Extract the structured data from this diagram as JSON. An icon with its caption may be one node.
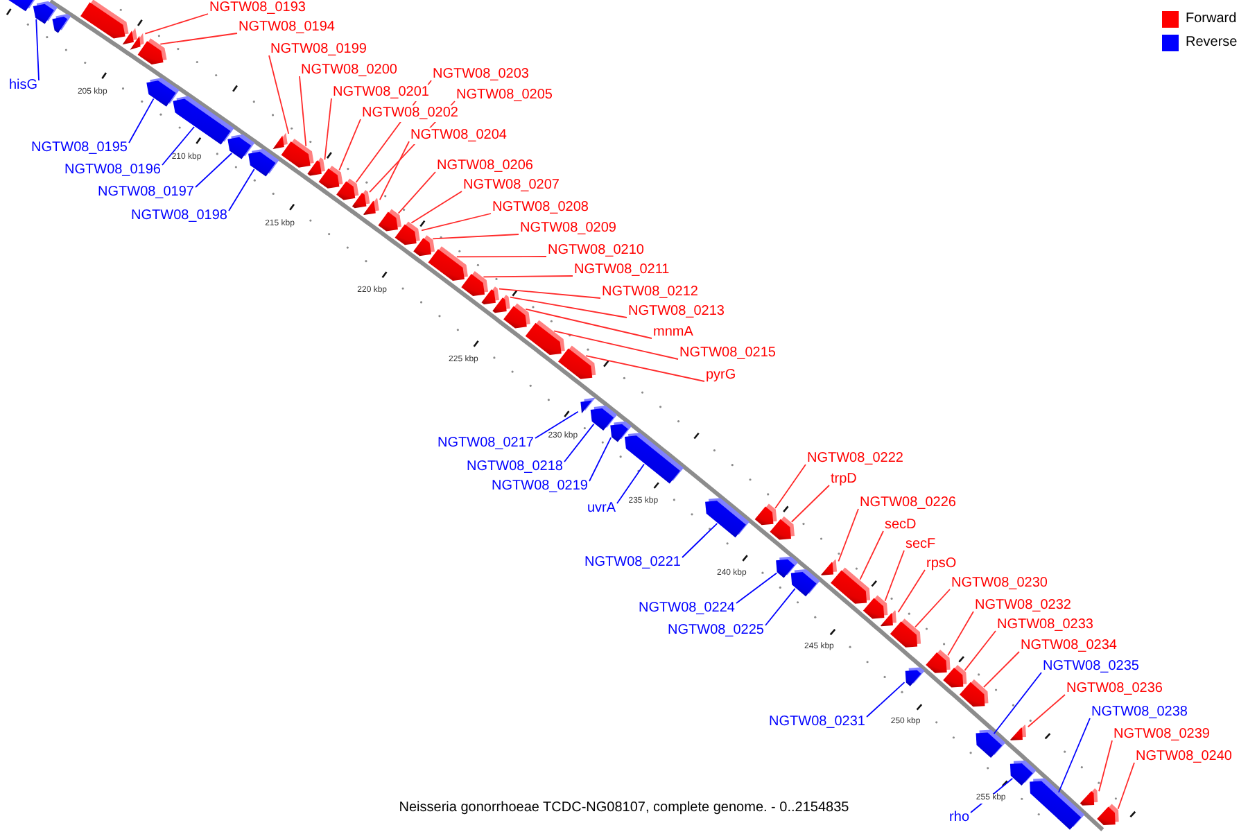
{
  "diagram": {
    "caption": "Neisseria gonorrhoeae TCDC-NG08107, complete genome. - 0..2154835",
    "nodes": [
      {
        "text": [],
        "shape": "bar"
      },
      {
        "text": [],
        "shape": "bar"
      },
      {
        "text": [],
        "shape": "bar"
      },
      {
        "text": [],
        "shape": "bar"
      },
      {
        "text": [],
        "shape": "bar"
      },
      {
        "text": [],
        "shape": "bar"
      },
      {
        "text": [],
        "shape": "bar"
      },
      {
        "text": [],
        "shape": "bar"
      },
      {
        "text": [],
        "shape": "bar"
      },
      {
        "text": [],
        "shape": "bar"
      },
      {
        "text": [],
        "shape": "bar"
      },
      {
        "text": [],
        "shape": "bar"
      },
      {
        "text": [],
        "shape": "bar"
      },
      {
        "text": [],
        "shape": "bar"
      },
      {
        "text": [],
        "shape": "bar"
      },
      {
        "text": [],
        "shape": "bar"
      },
      {
        "text": [],
        "shape": "bar"
      },
      {
        "text": [],
        "shape": "bar"
      },
      {
        "text": [],
        "shape": "bar"
      },
      {
        "text": [],
        "shape": "bar"
      },
      {
        "text": [],
        "shape": "bar"
      },
      {
        "text": [],
        "shape": "bar"
      },
      {
        "text": [],
        "shape": "bar"
      },
      {
        "text": [],
        "shape": "bar"
      },
      {
        "text": [],
        "shape": "bar"
      },
      {
        "text": [],
        "shape": "bar"
      },
      {
        "text": [],
        "shape": "bar"
      },
      {
        "text": [],
        "shape": "bar"
      },
      {
        "text": [],
        "shape": "bar"
      },
      {
        "text": [],
        "shape": "bar"
      },
      {
        "text": [],
        "shape": "bar"
      },
      {
        "text": [],
        "shape": "bar"
      },
      {
        "text": [],
        "shape": "bar"
      },
      {
        "text": [],
        "shape": "bar"
      },
      {
        "text": [],
        "shape": "bar"
      },
      {
        "text": [],
        "shape": "bar"
      },
      {
        "text": [],
        "shape": "bar"
      },
      {
        "text": [],
        "shape": "bar"
      },
      {
        "text": [],
        "shape": "bar"
      },
      {
        "text": [],
        "shape": "bar"
      },
      {
        "text": [],
        "shape": "bar"
      },
      {
        "text": [],
        "shape": "bar"
      },
      {
        "text": [],
        "shape": "bar"
      },
      {
        "text": [],
        "shape": "bar"
      },
      {
        "text": [],
        "shape": "bar"
      },
      {
        "text": [],
        "shape": "bar"
      },
      {
        "text": [],
        "shape": "bar"
      },
      {
        "text": [],
        "shape": "bar"
      },
      {
        "text": [],
        "shape": "bar"
      },
      {
        "text": [],
        "shape": "bar"
      },
      {
        "text": [],
        "shape": "bar"
      },
      {
        "text": [],
        "shape": "bar"
      },
      {
        "text": [
          "NGTW08_0193"
        ]
      },
      {
        "text": [
          "NGTW08_0194"
        ]
      },
      {
        "text": [
          "NGTW08_0199"
        ]
      },
      {
        "text": [
          "NGTW08_0200"
        ]
      },
      {
        "text": [
          "NGTW08_0203"
        ]
      },
      {
        "text": [
          "hisG"
        ]
      },
      {
        "text": [
          "NGTW08_0201"
        ]
      },
      {
        "text": [
          "NGTW08_0205"
        ]
      },
      {
        "text": [
          "NGTW08_0202"
        ]
      },
      {
        "text": [
          "NGTW08_0204"
        ]
      },
      {
        "text": [
          "NGTW08_0195"
        ]
      },
      {
        "text": [
          "NGTW08_0206"
        ]
      },
      {
        "text": [
          "NGTW08_0196"
        ]
      },
      {
        "text": [
          "NGTW08_0207"
        ]
      },
      {
        "text": [
          "NGTW08_0197"
        ]
      },
      {
        "text": [
          "NGTW08_0208"
        ]
      },
      {
        "text": [
          "NGTW08_0198"
        ]
      },
      {
        "text": [
          "NGTW08_0209"
        ]
      },
      {
        "text": [
          "NGTW08_0210"
        ]
      },
      {
        "text": [
          "NGTW08_0211"
        ]
      },
      {
        "text": [
          "NGTW08_0212"
        ]
      },
      {
        "text": [
          "NGTW08_0213"
        ]
      },
      {
        "text": [
          "mnmA"
        ]
      },
      {
        "text": [
          "NGTW08_0215"
        ]
      },
      {
        "text": [
          "pyrG"
        ]
      },
      {
        "text": [
          "NGTW08_0217"
        ]
      },
      {
        "text": [
          "NGTW08_0222"
        ]
      },
      {
        "text": [
          "NGTW08_0218"
        ]
      },
      {
        "text": [
          "trpD"
        ]
      },
      {
        "text": [
          "NGTW08_0219"
        ]
      },
      {
        "text": [
          "NGTW08_0226"
        ]
      },
      {
        "text": [
          "uvrA"
        ]
      },
      {
        "text": [
          "secD"
        ]
      },
      {
        "text": [
          "secF"
        ]
      },
      {
        "text": [
          "NGTW08_0221"
        ]
      },
      {
        "text": [
          "rpsO"
        ]
      },
      {
        "text": [
          "NGTW08_0230"
        ]
      },
      {
        "text": [
          "NGTW08_0232"
        ]
      },
      {
        "text": [
          "NGTW08_0224"
        ]
      },
      {
        "text": [
          "NGTW08_0233"
        ]
      },
      {
        "text": [
          "NGTW08_0225"
        ]
      },
      {
        "text": [
          "NGTW08_0234"
        ]
      },
      {
        "text": [
          "NGTW08_0235"
        ]
      },
      {
        "text": [
          "NGTW08_0236"
        ]
      },
      {
        "text": [
          "NGTW08_0238"
        ]
      },
      {
        "text": [
          "NGTW08_0231"
        ]
      },
      {
        "text": [
          "NGTW08_0239"
        ]
      },
      {
        "text": [
          "NGTW08_0240"
        ]
      },
      {
        "text": [
          "rho"
        ]
      }
    ],
    "edges": [
      {
        "from": 52,
        "to": 5,
        "arrow": "none"
      },
      {
        "from": 53,
        "to": 6,
        "arrow": "none"
      },
      {
        "from": 54,
        "to": 11,
        "arrow": "none"
      },
      {
        "from": 55,
        "to": 12,
        "arrow": "none"
      },
      {
        "from": 56,
        "to": 15,
        "arrow": "none"
      },
      {
        "from": 57,
        "to": 1,
        "arrow": "none",
        "color": "#0000ff"
      },
      {
        "from": 58,
        "to": 13,
        "arrow": "none"
      },
      {
        "from": 59,
        "to": 16,
        "arrow": "none"
      },
      {
        "from": 60,
        "to": 14,
        "arrow": "none"
      },
      {
        "from": 61,
        "to": 17,
        "arrow": "none"
      },
      {
        "from": 62,
        "to": 7,
        "arrow": "none",
        "color": "#0000ff"
      },
      {
        "from": 63,
        "to": 18,
        "arrow": "none"
      },
      {
        "from": 64,
        "to": 8,
        "arrow": "none",
        "color": "#0000ff"
      },
      {
        "from": 65,
        "to": 19,
        "arrow": "none"
      },
      {
        "from": 66,
        "to": 9,
        "arrow": "none",
        "color": "#0000ff"
      },
      {
        "from": 67,
        "to": 19,
        "arrow": "none"
      },
      {
        "from": 68,
        "to": 10,
        "arrow": "none",
        "color": "#0000ff"
      },
      {
        "from": 69,
        "to": 20,
        "arrow": "none"
      },
      {
        "from": 70,
        "to": 21,
        "arrow": "none"
      },
      {
        "from": 71,
        "to": 22,
        "arrow": "none"
      },
      {
        "from": 72,
        "to": 23,
        "arrow": "none"
      },
      {
        "from": 73,
        "to": 24,
        "arrow": "none"
      },
      {
        "from": 74,
        "to": 25,
        "arrow": "none"
      },
      {
        "from": 75,
        "to": 26,
        "arrow": "none"
      },
      {
        "from": 76,
        "to": 27,
        "arrow": "none"
      },
      {
        "from": 77,
        "to": 28,
        "arrow": "none",
        "color": "#0000ff"
      },
      {
        "from": 78,
        "to": 33,
        "arrow": "none"
      },
      {
        "from": 79,
        "to": 29,
        "arrow": "none",
        "color": "#0000ff"
      },
      {
        "from": 80,
        "to": 34,
        "arrow": "none"
      },
      {
        "from": 81,
        "to": 30,
        "arrow": "none",
        "color": "#0000ff"
      },
      {
        "from": 82,
        "to": 37,
        "arrow": "none"
      },
      {
        "from": 83,
        "to": 31,
        "arrow": "none",
        "color": "#0000ff"
      },
      {
        "from": 84,
        "to": 38,
        "arrow": "none"
      },
      {
        "from": 85,
        "to": 39,
        "arrow": "none"
      },
      {
        "from": 86,
        "to": 32,
        "arrow": "none",
        "color": "#0000ff"
      },
      {
        "from": 87,
        "to": 40,
        "arrow": "none"
      },
      {
        "from": 88,
        "to": 41,
        "arrow": "none"
      },
      {
        "from": 89,
        "to": 43,
        "arrow": "none"
      },
      {
        "from": 90,
        "to": 35,
        "arrow": "none",
        "color": "#0000ff"
      },
      {
        "from": 91,
        "to": 44,
        "arrow": "none"
      },
      {
        "from": 92,
        "to": 36,
        "arrow": "none",
        "color": "#0000ff"
      },
      {
        "from": 93,
        "to": 45,
        "arrow": "none"
      },
      {
        "from": 94,
        "to": 46,
        "arrow": "none",
        "color": "#0000ff"
      },
      {
        "from": 95,
        "to": 47,
        "arrow": "none"
      },
      {
        "from": 96,
        "to": 49,
        "arrow": "none",
        "color": "#0000ff"
      },
      {
        "from": 97,
        "to": 42,
        "arrow": "none",
        "color": "#0000ff"
      },
      {
        "from": 98,
        "to": 50,
        "arrow": "none"
      },
      {
        "from": 99,
        "to": 51,
        "arrow": "none"
      },
      {
        "from": 100,
        "to": 48,
        "arrow": "none",
        "color": "#0000ff"
      }
    ],
    "labels": [
      "205 kbp",
      "210 kbp",
      "215 kbp",
      "220 kbp",
      "225 kbp",
      "230 kbp",
      "235 kbp",
      "240 kbp",
      "245 kbp",
      "250 kbp",
      "255 kbp"
    ],
    "legend": [
      {
        "text": "Forward",
        "color": "#ff0000"
      },
      {
        "text": "Reverse",
        "color": "#0000ff"
      }
    ]
  }
}
